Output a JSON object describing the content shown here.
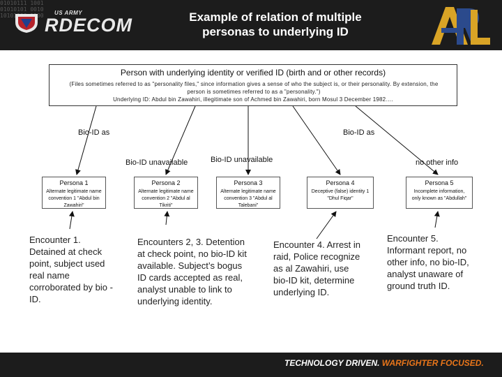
{
  "header": {
    "binary_text": "01010111 1001\n01010101 0010\n10101100 1100",
    "army_small": "US ARMY",
    "rdecom": "RDECOM",
    "title_line1": "Example of relation of multiple",
    "title_line2": "personas to underlying ID",
    "arl_logo_text": "ARL"
  },
  "top_box": {
    "title": "Person with underlying identity or verified ID (birth and or other records)",
    "subtitle": "(Files sometimes referred to as \"personality files,\" since information gives a sense of who the subject is, or their personality. By extension, the person is sometimes referred to as a \"personality.\")",
    "underlying_id": "Underlying ID: Abdul bin Zawahiri, illegitimate son of Achmed bin Zawahiri, born Mosul 3 December 1982…."
  },
  "labels": {
    "bio_id_left": "Bio-ID as",
    "bio_id_right": "Bio-ID as",
    "unavailable_2": "Bio-ID unavailable",
    "unavailable_3": "Bio-ID unavailable",
    "no_other_info": "no other info"
  },
  "personas": [
    {
      "title": "Persona 1",
      "desc": "Alternate legitimate name convention 1 \"Abdul bin Zawahiri\""
    },
    {
      "title": "Persona 2",
      "desc": "Alternate legitimate name convention 2 \"Abdul al Tikriti\""
    },
    {
      "title": "Persona 3",
      "desc": "Alternate legitimate name convention 3 \"Abdul al Talebani\""
    },
    {
      "title": "Persona 4",
      "desc": "Deceptive (false) identity 1 \"Dhul Fiqar\""
    },
    {
      "title": "Persona 5",
      "desc": "Incomplete information, only known as \"Abdullah\""
    }
  ],
  "encounters": [
    {
      "text": "Encounter 1. Detained at check point, subject used real name corroborated by bio -ID."
    },
    {
      "text": "Encounters 2, 3. Detention at check point, no bio-ID kit available. Subject’s bogus ID cards accepted as real, analyst unable to link to underlying identity."
    },
    {
      "text": "Encounter 4. Arrest in raid, Police recognize as al Zawahiri, use bio-ID kit, determine underlying ID."
    },
    {
      "text": "Encounter 5. Informant report, no other info, no bio-ID, analyst unaware of ground truth ID."
    }
  ],
  "footer": {
    "tagline_part1": "TECHNOLOGY DRIVEN. ",
    "tagline_part2": "WARFIGHTER FOCUSED."
  },
  "colors": {
    "header_bg": "#1c1c1c",
    "accent_orange": "#e8751a",
    "arl_gold": "#d9a426",
    "arl_blue": "#2b4a8c"
  }
}
